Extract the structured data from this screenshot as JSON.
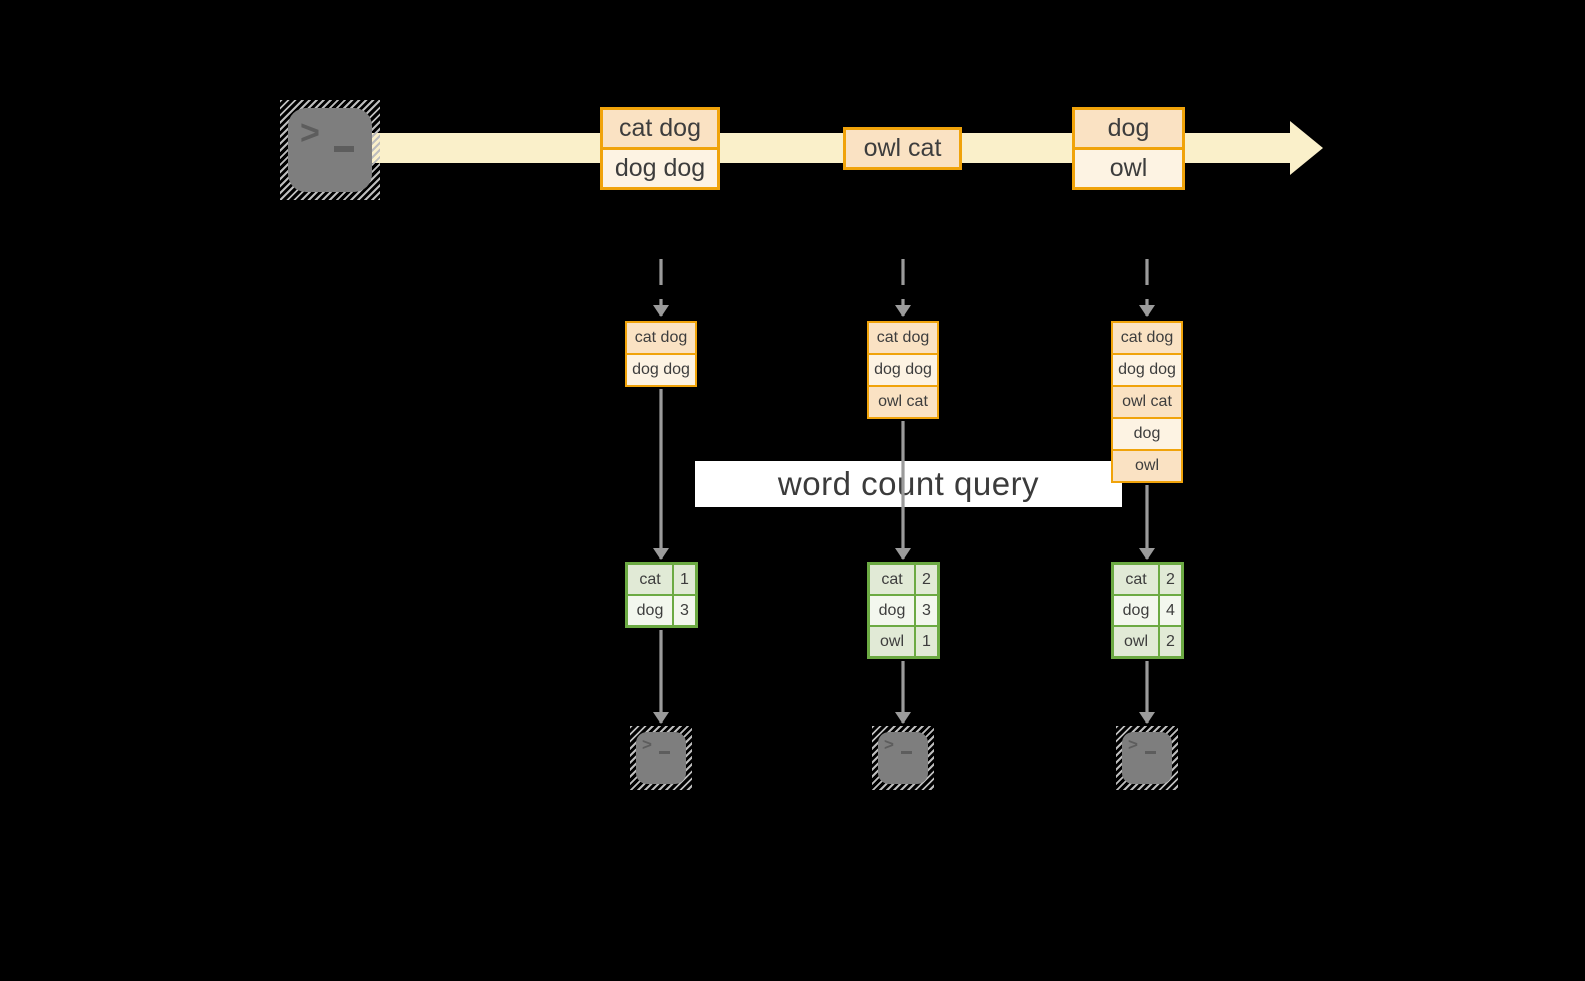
{
  "diagram": {
    "query_label": "word count query",
    "source_icon": "terminal-icon",
    "sink_icon": "terminal-icon",
    "stream_batches": [
      {
        "lines": [
          "cat dog",
          "dog dog"
        ]
      },
      {
        "lines": [
          "owl cat"
        ]
      },
      {
        "lines": [
          "dog",
          "owl"
        ]
      }
    ],
    "micro_batches": [
      {
        "input_lines": [
          "cat dog",
          "dog dog"
        ],
        "word_counts": [
          {
            "word": "cat",
            "count": "1"
          },
          {
            "word": "dog",
            "count": "3"
          }
        ]
      },
      {
        "input_lines": [
          "cat dog",
          "dog dog",
          "owl cat"
        ],
        "word_counts": [
          {
            "word": "cat",
            "count": "2"
          },
          {
            "word": "dog",
            "count": "3"
          },
          {
            "word": "owl",
            "count": "1"
          }
        ]
      },
      {
        "input_lines": [
          "cat dog",
          "dog dog",
          "owl cat",
          "dog",
          "owl"
        ],
        "word_counts": [
          {
            "word": "cat",
            "count": "2"
          },
          {
            "word": "dog",
            "count": "4"
          },
          {
            "word": "owl",
            "count": "2"
          }
        ]
      }
    ],
    "colors": {
      "background": "#000000",
      "stream_band": "#faf0ca",
      "box_border": "#f0a30a",
      "box_fill_dark": "#fae2c3",
      "box_fill_light": "#fdf3e3",
      "table_border": "#6caa43",
      "table_fill_dark": "#e1ead6",
      "table_fill_light": "#f3f7ee",
      "arrow": "#9b9b9b",
      "query_band": "#ffffff",
      "text": "#3d3d3d"
    }
  }
}
